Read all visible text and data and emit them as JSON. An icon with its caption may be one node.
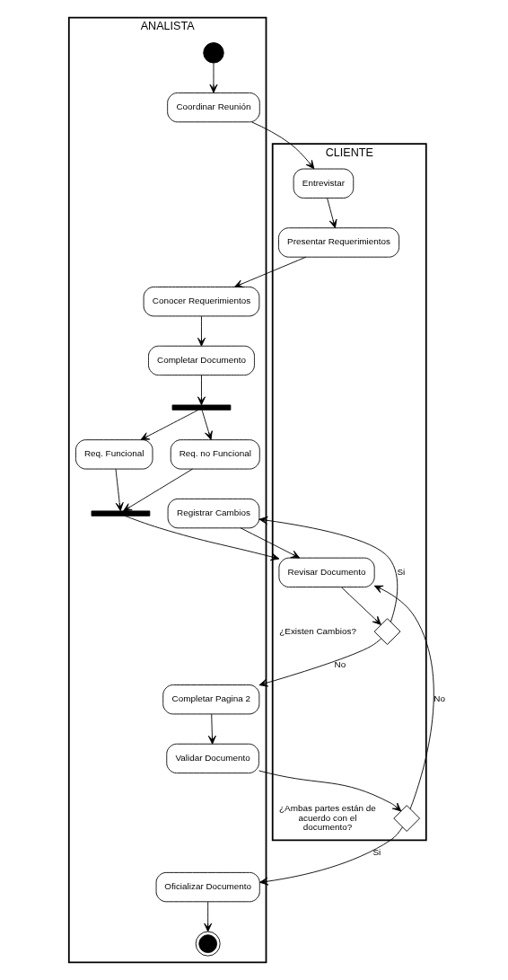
{
  "diagram": {
    "nodes": [
      {
        "text": [
          "ANALISTA"
        ]
      },
      {
        "text": [
          "CLIENTE"
        ]
      },
      {
        "text": [],
        "shape": "circle",
        "in": 0
      },
      {
        "text": [
          "Coordinar Reunión"
        ],
        "in": 0
      },
      {
        "text": [
          "Entrevistar"
        ],
        "in": 1
      },
      {
        "text": [
          "Conocer Requerimientos"
        ],
        "in": 0
      },
      {
        "text": [
          "Presentar Requerimientos"
        ],
        "in": 1
      },
      {
        "text": [
          "Completar Documento"
        ],
        "in": 0
      },
      {
        "text": [],
        "shape": "bar",
        "in": 0
      },
      {
        "text": [
          "Req. Funcional"
        ],
        "in": 0
      },
      {
        "text": [
          "Req. no Funcional"
        ],
        "in": 0
      },
      {
        "text": [],
        "shape": "bar",
        "in": 0
      },
      {
        "text": [
          "Revisar Documento"
        ],
        "in": 1
      },
      {
        "text": [
          "Registrar Cambios"
        ],
        "in": 0
      },
      {
        "text": [],
        "shape": "diamond",
        "in": 1,
        "beside": [
          "¿Existen Cambios?"
        ]
      },
      {
        "text": [
          "Completar Pagina 2"
        ],
        "in": 0
      },
      {
        "text": [
          "Validar Documento"
        ],
        "in": 0
      },
      {
        "text": [],
        "shape": "diamond",
        "in": 1,
        "beside": [
          "¿Ambas partes están de acuerdo con el documento?"
        ]
      },
      {
        "text": [
          "Oficializar Documento"
        ],
        "in": 0
      },
      {
        "text": [],
        "shape": "bullseye",
        "in": 0
      }
    ],
    "edges": [
      {
        "from": 2,
        "to": 3,
        "arrow": "to"
      },
      {
        "from": 3,
        "to": 4,
        "arrow": "to"
      },
      {
        "from": 4,
        "to": 6,
        "arrow": "to"
      },
      {
        "from": 6,
        "to": 5,
        "arrow": "to"
      },
      {
        "from": 5,
        "to": 7,
        "arrow": "to"
      },
      {
        "from": 7,
        "to": 8,
        "arrow": "to"
      },
      {
        "from": 8,
        "to": 9,
        "arrow": "to"
      },
      {
        "from": 8,
        "to": 10,
        "arrow": "to"
      },
      {
        "from": 9,
        "to": 11,
        "arrow": "to"
      },
      {
        "from": 10,
        "to": 11,
        "arrow": "to"
      },
      {
        "from": 11,
        "to": 12,
        "arrow": "to"
      },
      {
        "from": 12,
        "to": 14,
        "arrow": "to"
      },
      {
        "from": 14,
        "to": 13,
        "label": "Si",
        "arrow": "to"
      },
      {
        "from": 13,
        "to": 12,
        "arrow": "to"
      },
      {
        "from": 14,
        "to": 15,
        "label": "No",
        "arrow": "to"
      },
      {
        "from": 15,
        "to": 16,
        "arrow": "to"
      },
      {
        "from": 16,
        "to": 17,
        "arrow": "to"
      },
      {
        "from": 17,
        "to": 18,
        "label": "Si",
        "arrow": "to"
      },
      {
        "from": 17,
        "to": 12,
        "label": "No",
        "arrow": "to"
      },
      {
        "from": 18,
        "to": 19,
        "arrow": "to"
      }
    ]
  }
}
